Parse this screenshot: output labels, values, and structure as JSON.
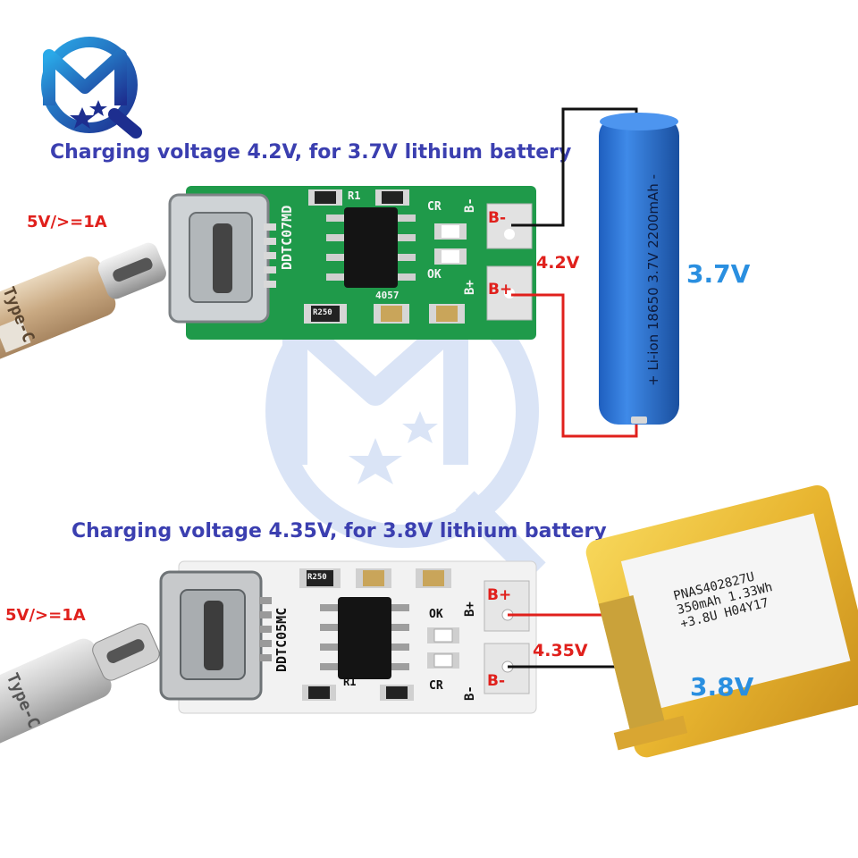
{
  "logo": {
    "letters": "MQ",
    "icon": "mq-star-logo"
  },
  "top": {
    "heading": "Charging voltage 4.2V, for 3.7V lithium battery",
    "input_label": "5V/>=1A",
    "cable_text": "Type-C",
    "board_model": "DDTC07MD",
    "silk": {
      "r1": "R1",
      "cr": "CR",
      "ok": "OK",
      "bminus": "B-",
      "bplus": "B+",
      "code": "4057",
      "res": "R250"
    },
    "pad_minus": "B-",
    "pad_plus": "B+",
    "output_voltage": "4.2V",
    "battery_text": "+ Li-ion 18650 3.7V 2200mAh -",
    "battery_voltage": "3.7V"
  },
  "bottom": {
    "heading": "Charging voltage 4.35V, for 3.8V lithium battery",
    "input_label": "5V/>=1A",
    "cable_text": "Type-C",
    "board_model": "DDTC05MC",
    "silk": {
      "r1": "R1",
      "cr": "CR",
      "ok": "OK",
      "bminus": "B-",
      "bplus": "B+",
      "res": "R250"
    },
    "pad_plus": "B+",
    "pad_minus": "B-",
    "output_voltage": "4.35V",
    "battery_label_lines": [
      "PNAS402827U",
      "350mAh 1.33Wh",
      "+3.8U H04Y17"
    ],
    "battery_voltage": "3.8V"
  },
  "colors": {
    "heading": "#3b3fb0",
    "red_label": "#e0201c",
    "blue_label": "#2a8fe0",
    "green_pcb": "#1f9a4a",
    "white_pcb": "#f2f2f2"
  }
}
